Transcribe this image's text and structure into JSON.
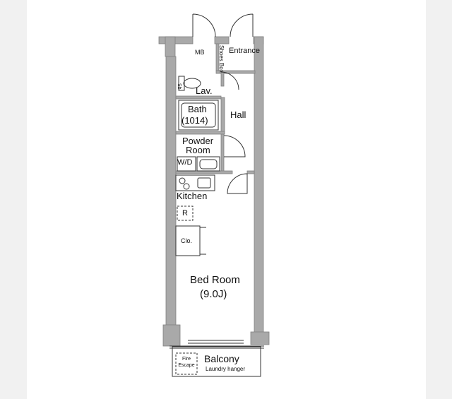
{
  "plan": {
    "colors": {
      "wall": "#a9a9a9",
      "wall_edge": "#808080",
      "line": "#333333",
      "paper": "#ffffff",
      "background": "#f1f1f1"
    },
    "rooms": {
      "mb": "MB",
      "shoes_box": "Shoes Box",
      "entrance": "Entrance",
      "sb": "Sb",
      "lav": "Lav.",
      "bath": "Bath",
      "bath_size": "(1014)",
      "hall": "Hall",
      "powder_room_1": "Powder",
      "powder_room_2": "Room",
      "wd": "W/D",
      "kitchen": "Kitchen",
      "refrigerator": "R",
      "closet": "Clo.",
      "bedroom": "Bed Room",
      "bedroom_size": "(9.0J)",
      "balcony": "Balcony",
      "laundry_hanger": "Laundry hanger",
      "fire_escape_1": "Fire",
      "fire_escape_2": "Escape"
    }
  }
}
